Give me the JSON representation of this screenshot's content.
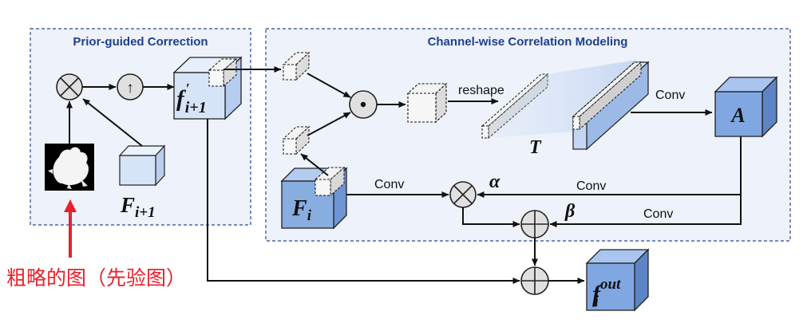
{
  "panels": {
    "prior": {
      "title": "Prior-guided Correction"
    },
    "channel": {
      "title": "Channel-wise Correlation Modeling"
    }
  },
  "ops": {
    "otimes": "⊗",
    "up": "↑",
    "odot": "⊙",
    "oplus": "⊕"
  },
  "labels": {
    "f_prime": {
      "base": "f",
      "sup": "′",
      "sub": "i+1"
    },
    "F_i1": {
      "base": "F",
      "sub": "i+1"
    },
    "F_i": {
      "base": "F",
      "sub": "i"
    },
    "A": "A",
    "T": "T",
    "alpha": "α",
    "beta": "β",
    "f_out": {
      "base": "f",
      "sup": "out",
      "sub": "i"
    },
    "reshape": "reshape",
    "conv": "Conv"
  },
  "annotation": {
    "text": "粗略的图（先验图）",
    "color": "#e8212a"
  },
  "colors": {
    "panel_border": "#2a4a8c",
    "panel_bg": "#eef2fa",
    "title": "#1f3f8f",
    "cube_light": "#d6e4f7",
    "cube_dark": "#7ea6e0",
    "op_fill": "#e0e0e0"
  }
}
